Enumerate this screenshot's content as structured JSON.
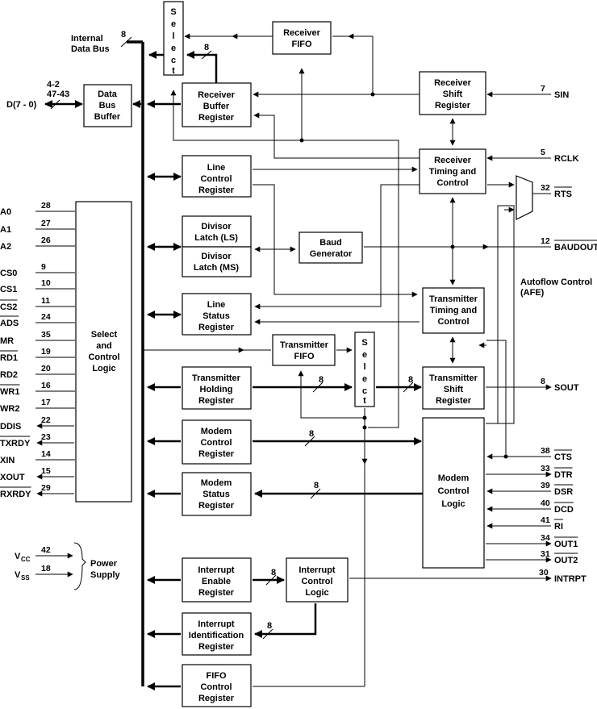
{
  "blocks": {
    "select_top": "Select",
    "select_mid": "Select",
    "receiver_fifo": [
      "Receiver",
      "FIFO"
    ],
    "receiver_buffer": [
      "Receiver",
      "Buffer",
      "Register"
    ],
    "receiver_shift": [
      "Receiver",
      "Shift",
      "Register"
    ],
    "data_bus_buffer": [
      "Data",
      "Bus",
      "Buffer"
    ],
    "receiver_timing": [
      "Receiver",
      "Timing and",
      "Control"
    ],
    "line_control": [
      "Line",
      "Control",
      "Register"
    ],
    "divisor_ls": [
      "Divisor",
      "Latch (LS)"
    ],
    "divisor_ms": [
      "Divisor",
      "Latch (MS)"
    ],
    "baud_generator": [
      "Baud",
      "Generator"
    ],
    "line_status": [
      "Line",
      "Status",
      "Register"
    ],
    "transmitter_timing": [
      "Transmitter",
      "Timing and",
      "Control"
    ],
    "transmitter_fifo": [
      "Transmitter",
      "FIFO"
    ],
    "transmitter_holding": [
      "Transmitter",
      "Holding",
      "Register"
    ],
    "transmitter_shift": [
      "Transmitter",
      "Shift",
      "Register"
    ],
    "select_control": [
      "Select",
      "and",
      "Control",
      "Logic"
    ],
    "modem_control_reg": [
      "Modem",
      "Control",
      "Register"
    ],
    "modem_status_reg": [
      "Modem",
      "Status",
      "Register"
    ],
    "modem_control_logic": [
      "Modem",
      "Control",
      "Logic"
    ],
    "interrupt_enable": [
      "Interrupt",
      "Enable",
      "Register"
    ],
    "interrupt_control": [
      "Interrupt",
      "Control",
      "Logic"
    ],
    "interrupt_id": [
      "Interrupt",
      "Identification",
      "Register"
    ],
    "fifo_control": [
      "FIFO",
      "Control",
      "Register"
    ]
  },
  "labels": {
    "internal_bus": [
      "Internal",
      "Data Bus"
    ],
    "d_bus": "D(7 - 0)",
    "d_pins": [
      "4-2",
      "47-43"
    ],
    "autoflow": [
      "Autoflow Control",
      "(AFE)"
    ],
    "power_supply": [
      "Power",
      "Supply"
    ],
    "bus_width": "8"
  },
  "left_pins": [
    {
      "name": "A0",
      "num": "28"
    },
    {
      "name": "A1",
      "num": "27"
    },
    {
      "name": "A2",
      "num": "26"
    },
    {
      "name": "CS0",
      "num": "9"
    },
    {
      "name": "CS1",
      "num": "10"
    },
    {
      "name": "CS2",
      "num": "11"
    },
    {
      "name": "ADS",
      "num": "24"
    },
    {
      "name": "MR",
      "num": "35"
    },
    {
      "name": "RD1",
      "num": "19"
    },
    {
      "name": "RD2",
      "num": "20"
    },
    {
      "name": "WR1",
      "num": "16"
    },
    {
      "name": "WR2",
      "num": "17"
    },
    {
      "name": "DDIS",
      "num": "22"
    },
    {
      "name": "TXRDY",
      "num": "23"
    },
    {
      "name": "XIN",
      "num": "14"
    },
    {
      "name": "XOUT",
      "num": "15"
    },
    {
      "name": "RXRDY",
      "num": "29"
    }
  ],
  "power_pins": [
    {
      "name": "V",
      "sub": "CC",
      "num": "42"
    },
    {
      "name": "V",
      "sub": "SS",
      "num": "18"
    }
  ],
  "right_pins": [
    {
      "name": "SIN",
      "num": "7"
    },
    {
      "name": "RCLK",
      "num": "5"
    },
    {
      "name": "RTS",
      "num": "32"
    },
    {
      "name": "BAUDOUT",
      "num": "12"
    },
    {
      "name": "SOUT",
      "num": "8"
    },
    {
      "name": "CTS",
      "num": "38"
    },
    {
      "name": "DTR",
      "num": "33"
    },
    {
      "name": "DSR",
      "num": "39"
    },
    {
      "name": "DCD",
      "num": "40"
    },
    {
      "name": "RI",
      "num": "41"
    },
    {
      "name": "OUT1",
      "num": "34"
    },
    {
      "name": "OUT2",
      "num": "31"
    },
    {
      "name": "INTRPT",
      "num": "30"
    }
  ]
}
